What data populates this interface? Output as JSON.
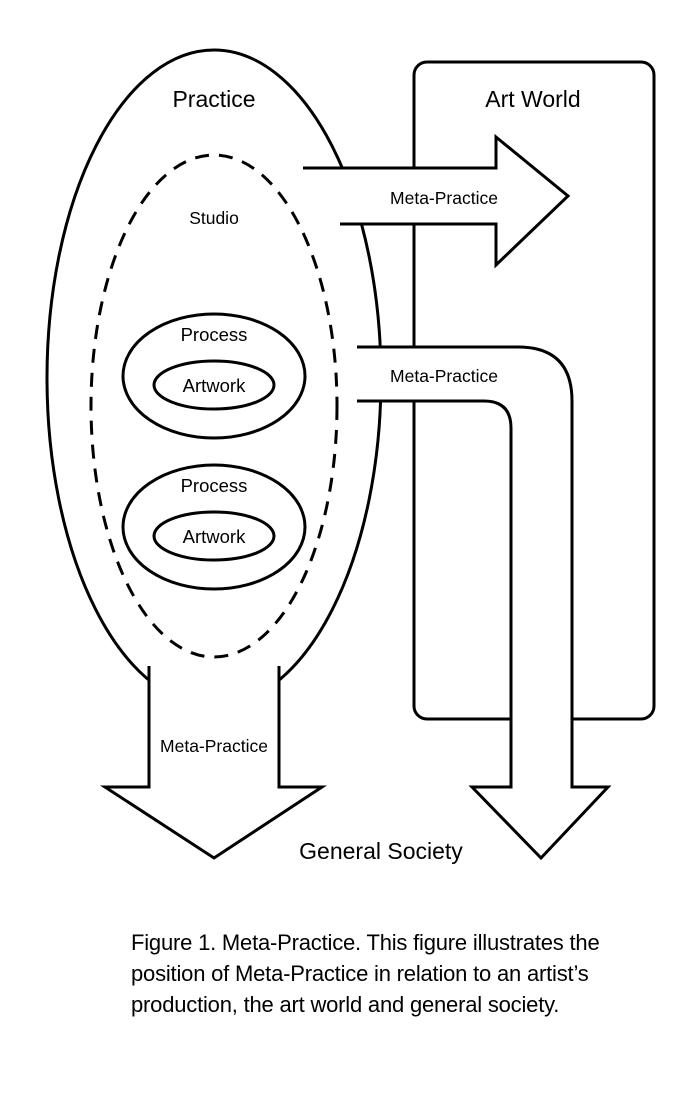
{
  "diagram": {
    "practice_label": "Practice",
    "art_world_label": "Art World",
    "studio_label": "Studio",
    "process_label_1": "Process",
    "artwork_label_1": "Artwork",
    "process_label_2": "Process",
    "artwork_label_2": "Artwork",
    "meta_practice_arrow_right": "Meta-Practice",
    "meta_practice_arrow_bend": "Meta-Practice",
    "meta_practice_arrow_down": "Meta-Practice",
    "general_society_label": "General Society"
  },
  "caption": {
    "text": "Figure 1. Meta-Practice. This figure illustrates the position of Meta-Practice in relation to an artist’s production, the art world and general society."
  },
  "colors": {
    "stroke": "#000000",
    "background": "#ffffff"
  }
}
